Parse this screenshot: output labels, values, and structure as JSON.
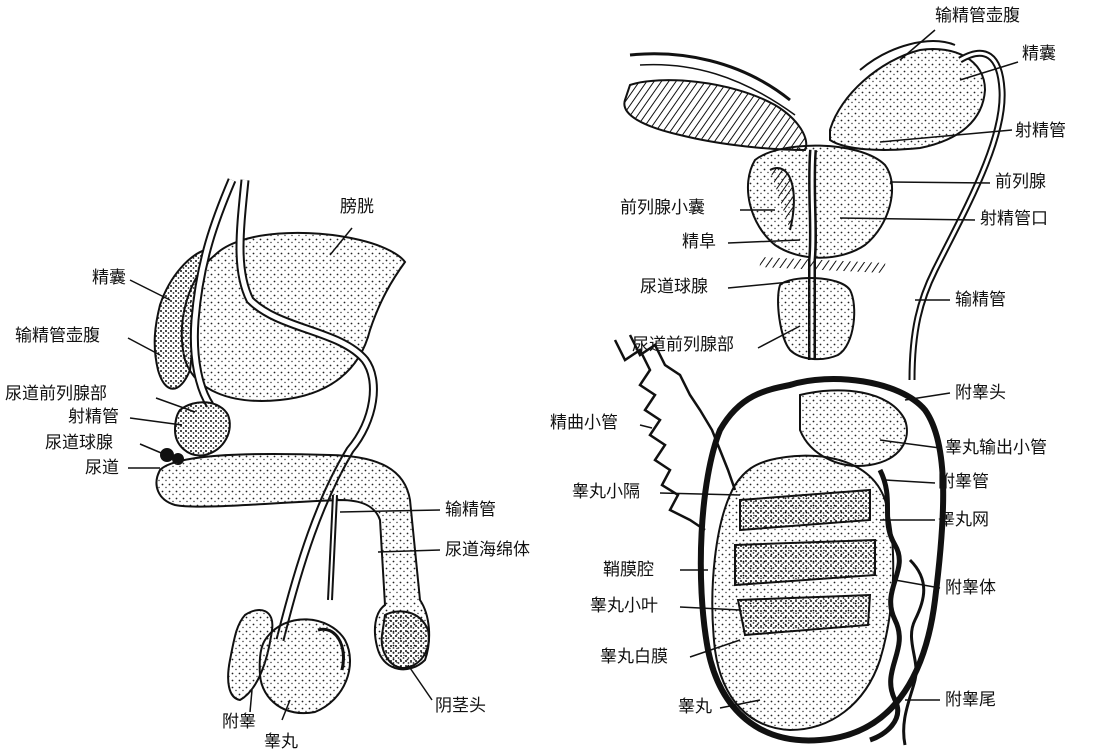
{
  "colors": {
    "ink": "#111111",
    "paper": "#ffffff"
  },
  "left_figure": {
    "labels": {
      "bladder": "膀胱",
      "seminal_vesicle": "精囊",
      "ampulla": "输精管壶腹",
      "prostatic_urethra": "尿道前列腺部",
      "ejaculatory_duct": "射精管",
      "bulbourethral_gland": "尿道球腺",
      "urethra": "尿道",
      "vas_deferens": "输精管",
      "corpus_spongiosum": "尿道海绵体",
      "glans": "阴茎头",
      "epididymis": "附睾",
      "testis": "睾丸"
    }
  },
  "right_figure": {
    "labels": {
      "ampulla": "输精管壶腹",
      "seminal_vesicle": "精囊",
      "ejaculatory_duct": "射精管",
      "prostate": "前列腺",
      "prostatic_utricle": "前列腺小囊",
      "ejaculatory_orifice": "射精管口",
      "seminal_colliculus": "精阜",
      "bulbourethral_gland": "尿道球腺",
      "vas_deferens": "输精管",
      "prostatic_urethra": "尿道前列腺部",
      "epididymis_head": "附睾头",
      "seminiferous_tubule": "精曲小管",
      "efferent_ductules": "睾丸输出小管",
      "septula_testis": "睾丸小隔",
      "ductus_epididymidis": "附睾管",
      "rete_testis": "睾丸网",
      "cavum_vaginale": "鞘膜腔",
      "epididymis_body": "附睾体",
      "lobule_testis": "睾丸小叶",
      "tunica_albuginea": "睾丸白膜",
      "testis": "睾丸",
      "epididymis_tail": "附睾尾"
    }
  }
}
